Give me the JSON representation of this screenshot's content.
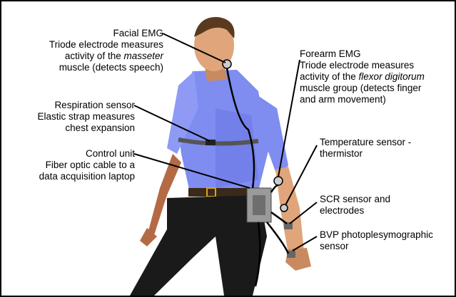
{
  "labels": {
    "facial": {
      "title": "Facial EMG",
      "line2": "Triode electrode measures",
      "line3_pre": "activity of the ",
      "line3_em": "masseter",
      "line4": "muscle (detects speech)"
    },
    "forearm": {
      "title": "Forearm EMG",
      "line2": "Triode electrode measures",
      "line3_pre": "activity of the ",
      "line3_em": "flexor digitorum",
      "line4": "muscle group (detects finger",
      "line5": "and arm movement)"
    },
    "respiration": {
      "title": "Respiration sensor",
      "line2": "Elastic strap measures",
      "line3": "chest expansion"
    },
    "temperature": {
      "line1": "Temperature sensor -",
      "line2": "thermistor"
    },
    "control": {
      "title": "Control unit",
      "line2": "Fiber optic cable to a",
      "line3": "data acquisition laptop"
    },
    "scr": {
      "line1": "SCR sensor and",
      "line2": "electrodes"
    },
    "bvp": {
      "line1": "BVP photoplesymographic",
      "line2": "sensor"
    }
  },
  "colors": {
    "shirt": "#7f8cf0",
    "shirt_shadow": "#5566d8",
    "skin": "#e0a57a",
    "skin_shadow": "#b97a52",
    "hair": "#5a3a1e",
    "pants": "#1a1a1a",
    "belt": "#3a2a1a",
    "buckle": "#d9a520",
    "strap": "#555555",
    "device": "#9a9a9a",
    "cable": "#000000"
  }
}
